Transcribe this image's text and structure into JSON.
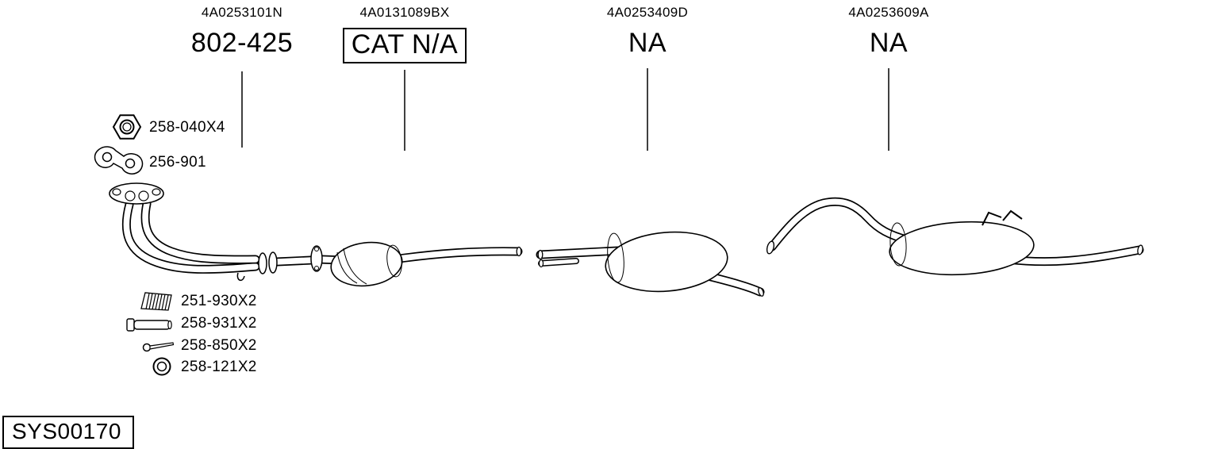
{
  "columns": [
    {
      "part_ref": "4A0253101N",
      "label": "802-425",
      "boxed": false
    },
    {
      "part_ref": "4A0131089BX",
      "label": "CAT N/A",
      "boxed": true
    },
    {
      "part_ref": "4A0253409D",
      "label": "NA",
      "boxed": false
    },
    {
      "part_ref": "4A0253609A",
      "label": "NA",
      "boxed": false
    }
  ],
  "hardware": [
    {
      "icon": "nut-icon",
      "label": "258-040X4"
    },
    {
      "icon": "gasket-icon",
      "label": "256-901"
    },
    {
      "icon": "spring-icon",
      "label": "251-930X2"
    },
    {
      "icon": "sleeve-icon",
      "label": "258-931X2"
    },
    {
      "icon": "bolt-icon",
      "label": "258-850X2"
    },
    {
      "icon": "washer-icon",
      "label": "258-121X2"
    }
  ],
  "drawings": [
    {
      "name": "front-downpipe"
    },
    {
      "name": "catalytic-converter"
    },
    {
      "name": "center-muffler"
    },
    {
      "name": "rear-muffler"
    }
  ],
  "system_id": "SYS00170",
  "colors": {
    "ink": "#000000",
    "background": "#ffffff"
  }
}
